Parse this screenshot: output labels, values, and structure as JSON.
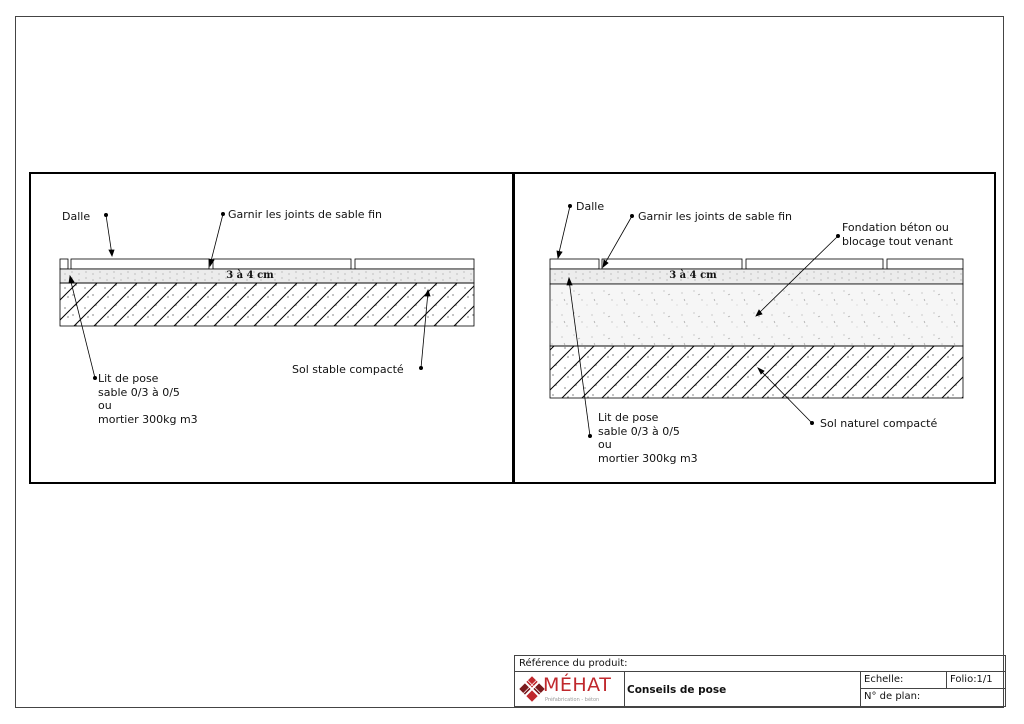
{
  "left": {
    "dalle": "Dalle",
    "joints": "Garnir les joints de sable fin",
    "thickness": "3 à 4 cm",
    "lit_de_pose": "Lit de pose\nsable 0/3 à 0/5\nou\nmortier 300kg m3",
    "sol": "Sol stable compacté"
  },
  "right": {
    "dalle": "Dalle",
    "joints": "Garnir les joints de sable fin",
    "fondation": "Fondation béton ou\nblocage tout venant",
    "thickness": "3 à 4 cm",
    "lit_de_pose": "Lit de pose\nsable 0/3 à 0/5\nou\nmortier 300kg m3",
    "sol": "Sol naturel compacté"
  },
  "title_block": {
    "reference_label": "Référence du produit:",
    "title": "Conseils de pose",
    "echelle": "Echelle:",
    "folio": "Folio:1/1",
    "plan": "N° de plan:",
    "logo_text": "MÉHAT",
    "logo_sub": "Préfabrication - béton",
    "logo_color": "#c0282d"
  }
}
